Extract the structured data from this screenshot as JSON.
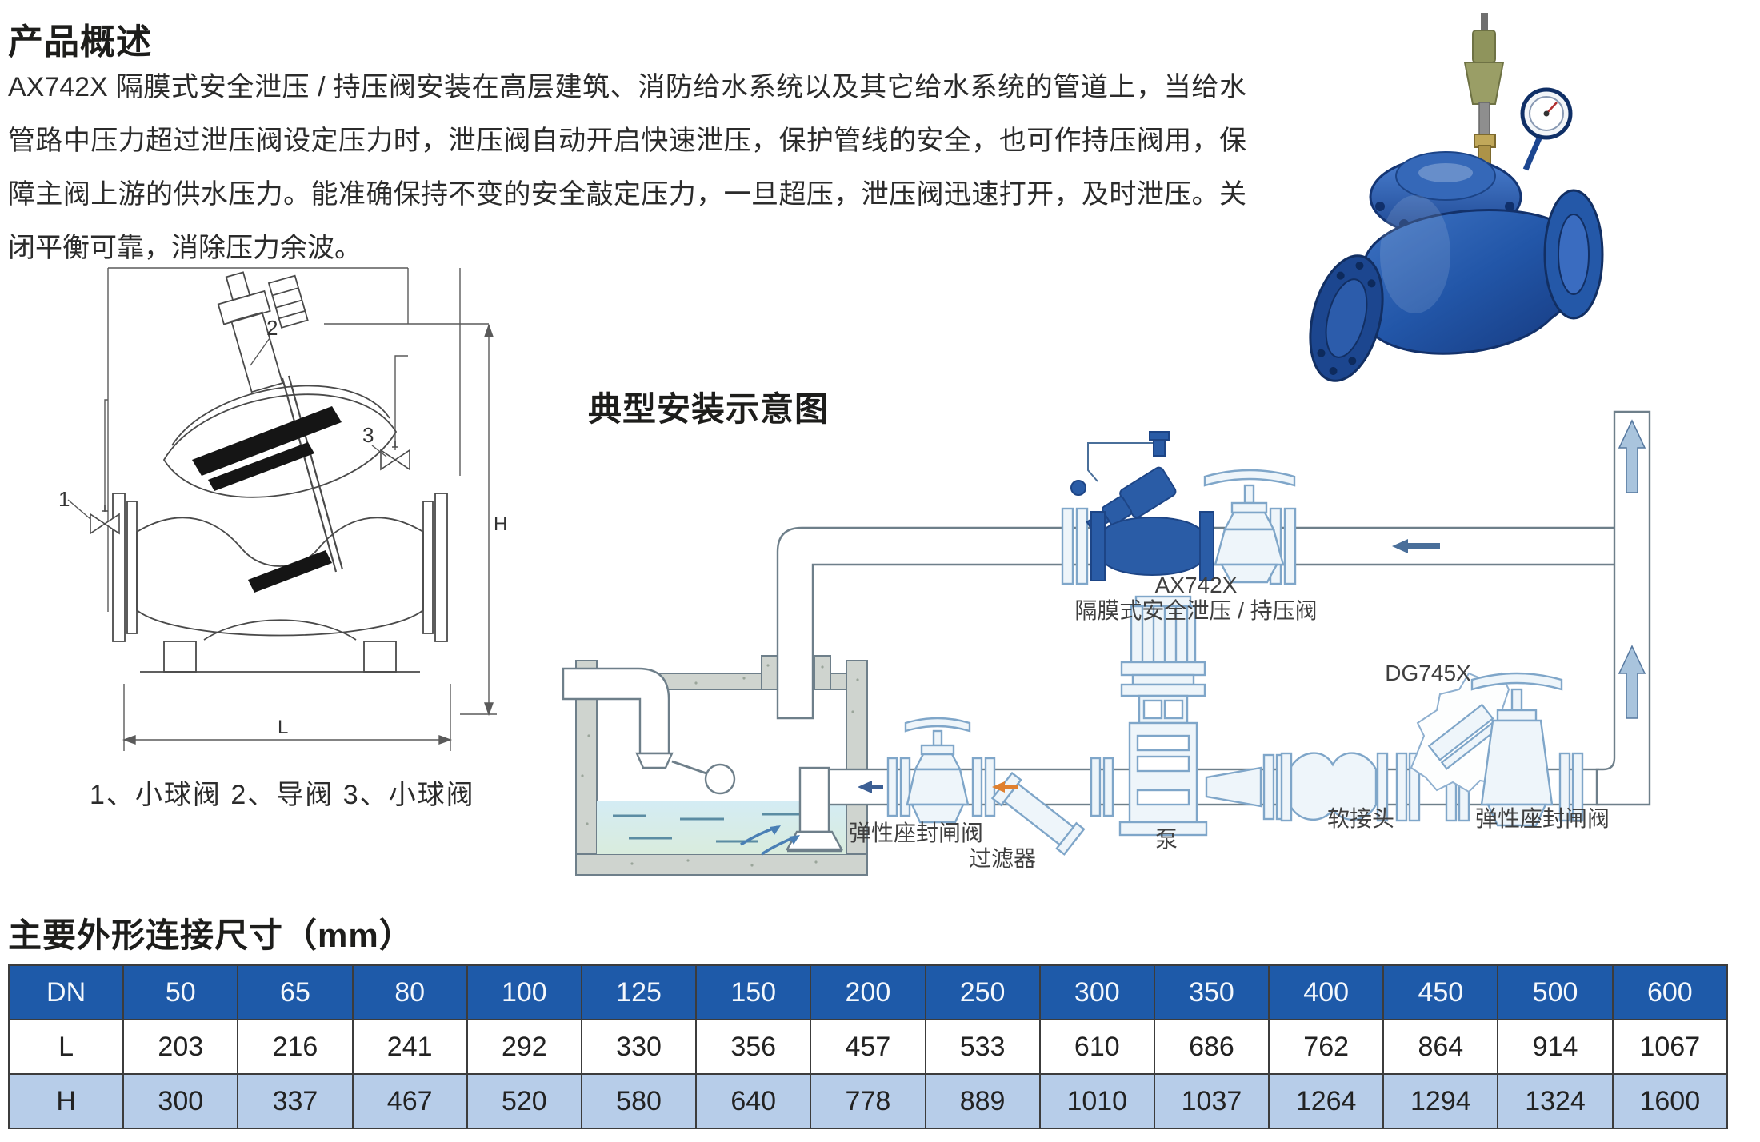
{
  "overview": {
    "title": "产品概述",
    "paragraph": "AX742X 隔膜式安全泄压 / 持压阀安装在高层建筑、消防给水系统以及其它给水系统的管道上，当给水管路中压力超过泄压阀设定压力时，泄压阀自动开启快速泄压，保护管线的安全，也可作持压阀用，保障主阀上游的供水压力。能准确保持不变的安全敲定压力，一旦超压，泄压阀迅速打开，及时泄压。关闭平衡可靠，消除压力余波。"
  },
  "drawing": {
    "caption": "1、小球阀  2、导阀  3、小球阀",
    "callout_1": "1",
    "callout_2": "2",
    "callout_3": "3",
    "dim_h": "H",
    "dim_l": "L"
  },
  "installation": {
    "title": "典型安装示意图",
    "labels": {
      "main_valve_model": "AX742X",
      "main_valve_name": "隔膜式安全泄压 / 持压阀",
      "check_valve_model": "DG745X",
      "flex_joint": "软接头",
      "gate_valve_left": "弹性座封闸阀",
      "gate_valve_right": "弹性座封闸阀",
      "strainer": "过滤器",
      "pump": "泵"
    }
  },
  "dimensions": {
    "title": "主要外形连接尺寸（mm）",
    "table": {
      "corner_label": "DN",
      "dn": [
        "50",
        "65",
        "80",
        "100",
        "125",
        "150",
        "200",
        "250",
        "300",
        "350",
        "400",
        "450",
        "500",
        "600"
      ],
      "rows": [
        {
          "label": "L",
          "values": [
            "203",
            "216",
            "241",
            "292",
            "330",
            "356",
            "457",
            "533",
            "610",
            "686",
            "762",
            "864",
            "914",
            "1067"
          ]
        },
        {
          "label": "H",
          "values": [
            "300",
            "337",
            "467",
            "520",
            "580",
            "640",
            "778",
            "889",
            "1010",
            "1037",
            "1264",
            "1294",
            "1324",
            "1600"
          ]
        }
      ]
    }
  },
  "colors": {
    "table_header_bg": "#1e5aa9",
    "table_h_row_bg": "#b7cde9",
    "valve_blue": "#2a5ca6",
    "pipe_gray": "#6e7f8a"
  }
}
